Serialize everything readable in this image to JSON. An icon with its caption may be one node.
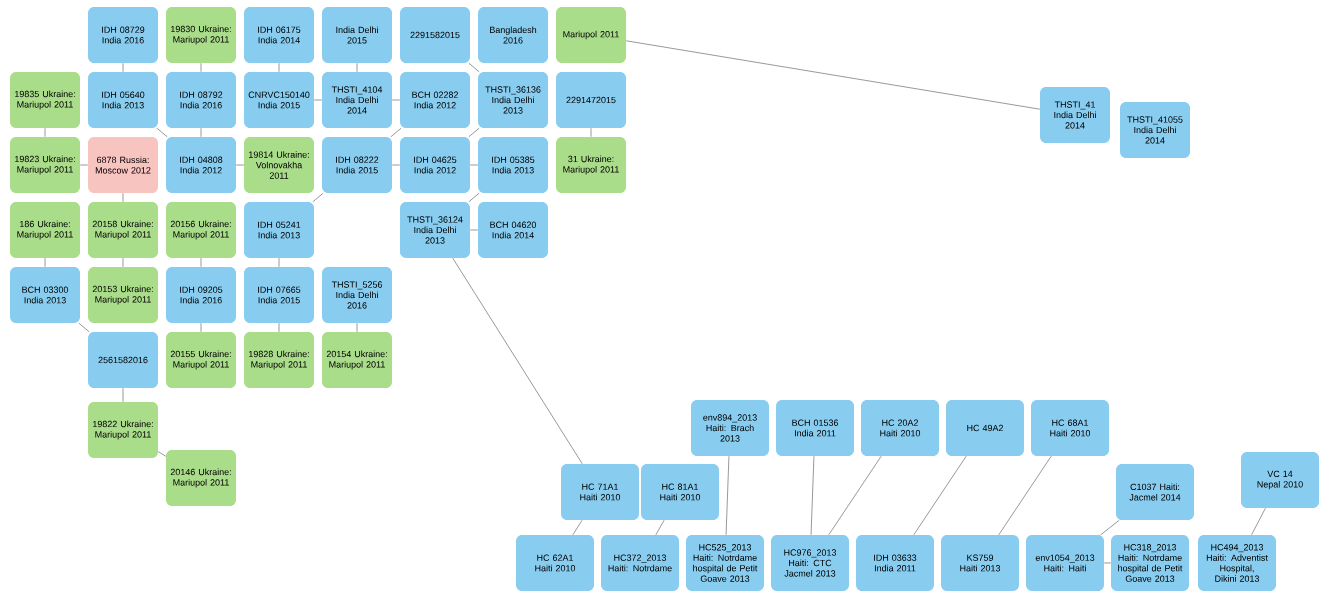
{
  "diagram": {
    "nodes": [
      {
        "text": [
          "IDH 08729 India 2016"
        ]
      },
      {
        "text": [
          "19830 Ukraine: Mariupol 2011"
        ]
      },
      {
        "text": [
          "IDH 06175 India 2014"
        ]
      },
      {
        "text": [
          "India Delhi 2015"
        ]
      },
      {
        "text": [
          "2291582015"
        ]
      },
      {
        "text": [
          "Bangladesh 2016"
        ]
      },
      {
        "text": [
          "Mariupol 2011"
        ]
      },
      {
        "text": [
          "19835 Ukraine: Mariupol 2011"
        ]
      },
      {
        "text": [
          "IDH 05640 India 2013"
        ]
      },
      {
        "text": [
          "IDH 08792 India 2016"
        ]
      },
      {
        "text": [
          "CNRVC150140 India 2015"
        ]
      },
      {
        "text": [
          "THSTI_4104 India Delhi 2014"
        ]
      },
      {
        "text": [
          "BCH 02282 India 2012"
        ]
      },
      {
        "text": [
          "THSTI_36136 India Delhi 2013"
        ]
      },
      {
        "text": [
          "2291472015"
        ]
      },
      {
        "text": [
          "19823 Ukraine: Mariupol 2011"
        ]
      },
      {
        "text": [
          "6878 Russia: Moscow 2012"
        ]
      },
      {
        "text": [
          "IDH 04808 India 2012"
        ]
      },
      {
        "text": [
          "19814 Ukraine: Volnovakha 2011"
        ]
      },
      {
        "text": [
          "IDH 08222 India 2015"
        ]
      },
      {
        "text": [
          "IDH 04625 India 2012"
        ]
      },
      {
        "text": [
          "IDH 05385 India 2013"
        ]
      },
      {
        "text": [
          "31 Ukraine: Mariupol 2011"
        ]
      },
      {
        "text": [
          "186 Ukraine: Mariupol 2011"
        ]
      },
      {
        "text": [
          "20158 Ukraine: Mariupol 2011"
        ]
      },
      {
        "text": [
          "20156 Ukraine: Mariupol 2011"
        ]
      },
      {
        "text": [
          "IDH 05241 India 2013"
        ]
      },
      {
        "text": [
          "THSTI_36124 India Delhi 2013"
        ]
      },
      {
        "text": [
          "BCH 04620 India 2014"
        ]
      },
      {
        "text": [
          "BCH 03300 India 2013"
        ]
      },
      {
        "text": [
          "20153 Ukraine: Mariupol 2011"
        ]
      },
      {
        "text": [
          "IDH 09205 India 2016"
        ]
      },
      {
        "text": [
          "IDH 07665 India 2015"
        ]
      },
      {
        "text": [
          "THSTI_5256 India Delhi 2016"
        ]
      },
      {
        "text": [
          "2561582016"
        ]
      },
      {
        "text": [
          "20155 Ukraine: Mariupol 2011"
        ]
      },
      {
        "text": [
          "19828 Ukraine: Mariupol 2011"
        ]
      },
      {
        "text": [
          "20154 Ukraine: Mariupol 2011"
        ]
      },
      {
        "text": [
          "19822 Ukraine: Mariupol 2011"
        ]
      },
      {
        "text": [
          "20146 Ukraine: Mariupol 2011"
        ]
      },
      {
        "text": [
          "THSTI_41 India Delhi 2014"
        ]
      },
      {
        "text": [
          "THSTI_41055 India Delhi 2014"
        ]
      },
      {
        "text": [
          "env894_2013 Haiti: Brach 2013"
        ]
      },
      {
        "text": [
          "BCH 01536 India 2011"
        ]
      },
      {
        "text": [
          "HC 20A2 Haiti 2010"
        ]
      },
      {
        "text": [
          "HC 49A2"
        ]
      },
      {
        "text": [
          "HC 68A1 Haiti 2010"
        ]
      },
      {
        "text": [
          "HC 71A1 Haiti 2010"
        ]
      },
      {
        "text": [
          "HC 81A1 Haiti 2010"
        ]
      },
      {
        "text": [
          "C1037 Haiti: Jacmel 2014"
        ]
      },
      {
        "text": [
          "VC 14 Nepal 2010"
        ]
      },
      {
        "text": [
          "HC 62A1 Haiti 2010"
        ]
      },
      {
        "text": [
          "HC372_2013 Haiti: Notrdame"
        ]
      },
      {
        "text": [
          "HC525_2013 Haiti: Notrdame hospital de Petit Goave 2013"
        ]
      },
      {
        "text": [
          "HC976_2013 Haiti: CTC Jacmel 2013"
        ]
      },
      {
        "text": [
          "IDH 03633 India 2011"
        ]
      },
      {
        "text": [
          "KS759 Haiti 2013"
        ]
      },
      {
        "text": [
          "env1054_2013 Haiti: Haiti"
        ]
      },
      {
        "text": [
          "HC318_2013 Haiti: Notrdame hospital de Petit Goave 2013"
        ]
      },
      {
        "text": [
          "HC494_2013 Haiti: Adventist Hospital, Dikini 2013"
        ]
      }
    ],
    "edges": [
      {
        "from": 6,
        "to": 40,
        "arrow": "none"
      },
      {
        "from": 27,
        "to": 47,
        "arrow": "none"
      },
      {
        "from": 34,
        "to": 38,
        "arrow": "none"
      },
      {
        "from": 38,
        "to": 39,
        "arrow": "none"
      },
      {
        "from": 42,
        "to": 53,
        "arrow": "none"
      },
      {
        "from": 43,
        "to": 54,
        "arrow": "none"
      },
      {
        "from": 44,
        "to": 54,
        "arrow": "none"
      },
      {
        "from": 45,
        "to": 55,
        "arrow": "none"
      },
      {
        "from": 46,
        "to": 56,
        "arrow": "none"
      },
      {
        "from": 49,
        "to": 57,
        "arrow": "none"
      },
      {
        "from": 58,
        "to": 57,
        "arrow": "none"
      },
      {
        "from": 50,
        "to": 59,
        "arrow": "none"
      },
      {
        "from": 48,
        "to": 52,
        "arrow": "none"
      },
      {
        "from": 47,
        "to": 51,
        "arrow": "none"
      },
      {
        "from": 0,
        "to": 8,
        "arrow": "none"
      },
      {
        "from": 1,
        "to": 9,
        "arrow": "none"
      },
      {
        "from": 2,
        "to": 10,
        "arrow": "none"
      },
      {
        "from": 3,
        "to": 11,
        "arrow": "none"
      },
      {
        "from": 4,
        "to": 13,
        "arrow": "none"
      },
      {
        "from": 7,
        "to": 15,
        "arrow": "none"
      },
      {
        "from": 15,
        "to": 16,
        "arrow": "none"
      },
      {
        "from": 8,
        "to": 17,
        "arrow": "none"
      },
      {
        "from": 9,
        "to": 17,
        "arrow": "none"
      },
      {
        "from": 10,
        "to": 11,
        "arrow": "none"
      },
      {
        "from": 11,
        "to": 12,
        "arrow": "none"
      },
      {
        "from": 12,
        "to": 19,
        "arrow": "none"
      },
      {
        "from": 19,
        "to": 20,
        "arrow": "none"
      },
      {
        "from": 20,
        "to": 21,
        "arrow": "none"
      },
      {
        "from": 13,
        "to": 20,
        "arrow": "none"
      },
      {
        "from": 14,
        "to": 22,
        "arrow": "none"
      },
      {
        "from": 17,
        "to": 18,
        "arrow": "none"
      },
      {
        "from": 16,
        "to": 24,
        "arrow": "none"
      },
      {
        "from": 24,
        "to": 30,
        "arrow": "none"
      },
      {
        "from": 25,
        "to": 31,
        "arrow": "none"
      },
      {
        "from": 26,
        "to": 32,
        "arrow": "none"
      },
      {
        "from": 32,
        "to": 36,
        "arrow": "none"
      },
      {
        "from": 31,
        "to": 35,
        "arrow": "none"
      },
      {
        "from": 33,
        "to": 37,
        "arrow": "none"
      },
      {
        "from": 21,
        "to": 27,
        "arrow": "none"
      },
      {
        "from": 27,
        "to": 28,
        "arrow": "none"
      },
      {
        "from": 29,
        "to": 34,
        "arrow": "none"
      },
      {
        "from": 23,
        "to": 29,
        "arrow": "none"
      },
      {
        "from": 26,
        "to": 19,
        "arrow": "none"
      }
    ]
  }
}
